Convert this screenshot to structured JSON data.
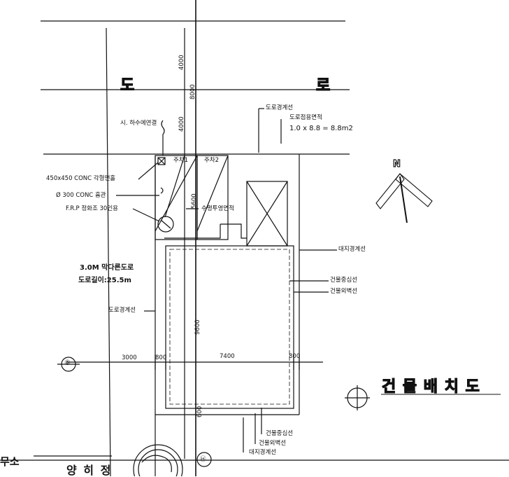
{
  "road": {
    "char_left": "도",
    "char_right": "로"
  },
  "dims": {
    "top_4000_a": "4000",
    "top_8000": "8000",
    "top_4000_b": "4000",
    "v_5600": "5600",
    "v_9600": "9600",
    "h_3000": "3000",
    "h_800_a": "800",
    "h_7400": "7400",
    "h_800_b": "800",
    "v_600": "600"
  },
  "labels": {
    "road_boundary_top": "도로경계선",
    "road_area_title": "도로점용면적",
    "road_area_calc": "1.0 x 8.8 = 8.8m2",
    "sewer": "시. 하수에연결",
    "catch_basin": "450x450 CONC 각형맨홀",
    "pipe": "Ø 300 CONC 흄관",
    "frp_tank": "F.R.P 정화조 30인용",
    "parking1": "주차1",
    "parking2": "주차2",
    "projection_area": "수평투영면적",
    "site_boundary_right": "대지경계선",
    "bldg_center_right": "건물중심선",
    "bldg_outer_right": "건물외벽선",
    "road_boundary_left": "도로경계선",
    "road_note_1": "3.0M 막다른도로",
    "road_note_2": "도로길이:25.5m",
    "bldg_center_bottom": "건물중심선",
    "bldg_outer_bottom": "건물외벽선",
    "site_boundary_bottom": "대지경계선",
    "north": "N",
    "sheet_title": "건 물 배 치 도",
    "marker_left": "⑥",
    "marker_bottom": "㉥",
    "office_fragment": "무소",
    "name_fragment": "양 히 정"
  }
}
